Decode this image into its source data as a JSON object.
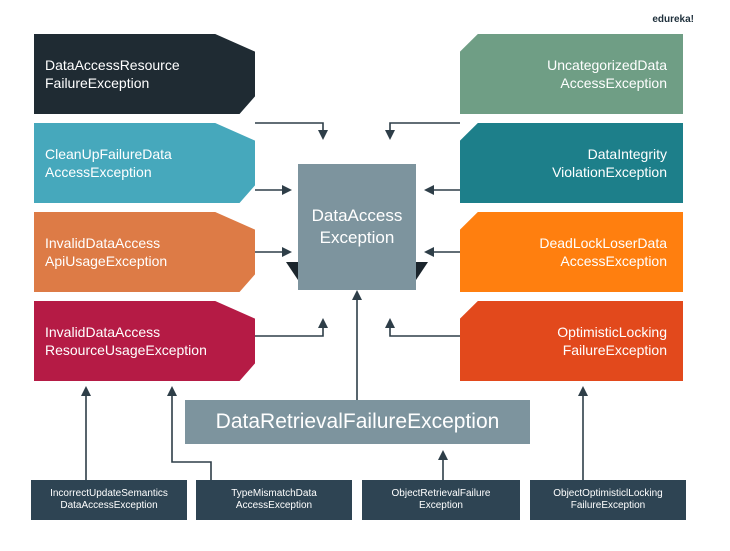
{
  "logo": "edureka!",
  "center": {
    "label": "DataAccess\nException"
  },
  "retrieval": {
    "label": "DataRetrievalFailureException"
  },
  "left_boxes": [
    {
      "label": "DataAccessResource\nFailureException",
      "color": "#1f2b33"
    },
    {
      "label": "CleanUpFailureData\nAccessException",
      "color": "#46a8bc"
    },
    {
      "label": "InvalidDataAccess\nApiUsageException",
      "color": "#dd7b46"
    },
    {
      "label": "InvalidDataAccess\nResourceUsageException",
      "color": "#b51b45"
    }
  ],
  "right_boxes": [
    {
      "label": "UncategorizedData\nAccessException",
      "color": "#6f9e85"
    },
    {
      "label": "DataIntegrity\nViolationException",
      "color": "#1d7f8a"
    },
    {
      "label": "DeadLockLoserData\nAccessException",
      "color": "#ff7f0f"
    },
    {
      "label": "OptimisticLocking\nFailureException",
      "color": "#e2491c"
    }
  ],
  "bottom_boxes": [
    {
      "label": "IncorrectUpdateSemantics\nDataAccessException"
    },
    {
      "label": "TypeMismatchData\nAccessException"
    },
    {
      "label": "ObjectRetrievalFailure\nException"
    },
    {
      "label": "ObjectOptimisticlLocking\nFailureException"
    }
  ],
  "colors": {
    "center": "#7d949e",
    "bottom": "#2e4453",
    "arrow": "#2e3e48"
  }
}
